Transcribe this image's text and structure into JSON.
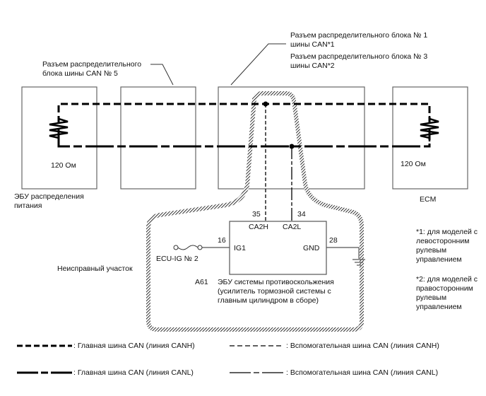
{
  "callouts": {
    "jb5_line1": "Разъем распределительного",
    "jb5_line2": "блока шины CAN № 5",
    "jb1_line1": "Разъем распределительного блока № 1",
    "jb1_line2": "шины CAN*1",
    "jb3_line1": "Разъем распределительного блока № 3",
    "jb3_line2": "шины CAN*2"
  },
  "components": {
    "left_ecu": {
      "resistor": "120 Ом",
      "name_line1": "ЭБУ распределения",
      "name_line2": "питания"
    },
    "ecm": {
      "resistor": "120 Ом",
      "name": "ECM"
    },
    "abs_ecu": {
      "code": "A61",
      "name_line1": "ЭБУ системы противоскольжения",
      "name_line2": "(усилитель тормозной системы с",
      "name_line3": "главным цилиндром в сборе)",
      "pins": {
        "ca2h_num": "35",
        "ca2h": "CA2H",
        "ca2l_num": "34",
        "ca2l": "CA2L",
        "ig1_num": "16",
        "ig1": "IG1",
        "gnd_num": "28",
        "gnd": "GND"
      }
    },
    "fuse": "ECU-IG № 2"
  },
  "fault_area_label": "Неисправный участок",
  "footnotes": {
    "n1_line1": "*1: для моделей с",
    "n1_line2": "левосторонним",
    "n1_line3": "рулевым",
    "n1_line4": "управлением",
    "n2_line1": "*2: для моделей с",
    "n2_line2": "правосторонним",
    "n2_line3": "рулевым",
    "n2_line4": "управлением"
  },
  "legend": {
    "main_canh": ": Главная шина CAN (линия CANH)",
    "main_canl": ": Главная шина CAN (линия CANL)",
    "sub_canh": ": Вспомогательная шина CAN (линия CANH)",
    "sub_canl": ": Вспомогательная шина CAN (линия CANL)"
  }
}
